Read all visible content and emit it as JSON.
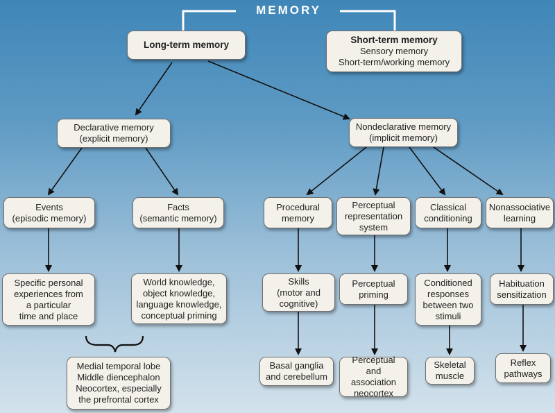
{
  "title": "MEMORY",
  "nodes": {
    "long_term": {
      "label": "Long-term memory"
    },
    "short_term": {
      "label": "Short-term memory",
      "items": [
        "Sensory memory",
        "Short-term/working memory"
      ]
    },
    "declarative": {
      "lines": [
        "Declarative memory",
        "(explicit memory)"
      ]
    },
    "nondeclarative": {
      "lines": [
        "Nondeclarative memory",
        "(implicit memory)"
      ]
    },
    "events": {
      "lines": [
        "Events",
        "(episodic memory)"
      ]
    },
    "facts": {
      "lines": [
        "Facts",
        "(semantic memory)"
      ]
    },
    "procedural": {
      "lines": [
        "Procedural",
        "memory"
      ]
    },
    "perceptual_rep": {
      "lines": [
        "Perceptual",
        "representation",
        "system"
      ]
    },
    "classical": {
      "lines": [
        "Classical",
        "conditioning"
      ]
    },
    "nonassociative": {
      "lines": [
        "Nonassociative",
        "learning"
      ]
    },
    "specific_experiences": {
      "lines": [
        "Specific personal",
        "experiences from",
        "a particular",
        "time and place"
      ]
    },
    "world_knowledge": {
      "lines": [
        "World knowledge,",
        "object knowledge,",
        "language knowledge,",
        "conceptual priming"
      ]
    },
    "skills": {
      "lines": [
        "Skills",
        "(motor and",
        "cognitive)"
      ]
    },
    "perceptual_priming": {
      "lines": [
        "Perceptual",
        "priming"
      ]
    },
    "conditioned": {
      "lines": [
        "Conditioned",
        "responses",
        "between two",
        "stimuli"
      ]
    },
    "habituation": {
      "lines": [
        "Habituation",
        "sensitization"
      ]
    },
    "medial_temporal": {
      "lines": [
        "Medial temporal lobe",
        "Middle diencephalon",
        "Neocortex, especially",
        "the prefrontal cortex"
      ]
    },
    "basal_ganglia": {
      "lines": [
        "Basal ganglia",
        "and cerebellum"
      ]
    },
    "perceptual_association": {
      "lines": [
        "Perceptual",
        "and association",
        "neocortex"
      ]
    },
    "skeletal": {
      "lines": [
        "Skeletal",
        "muscle"
      ]
    },
    "reflex": {
      "lines": [
        "Reflex",
        "pathways"
      ]
    }
  },
  "colors": {
    "box_fill": "#f4f1ea",
    "box_border": "#6f6f6f",
    "arrow": "#111111",
    "title_bracket": "#ffffff"
  }
}
